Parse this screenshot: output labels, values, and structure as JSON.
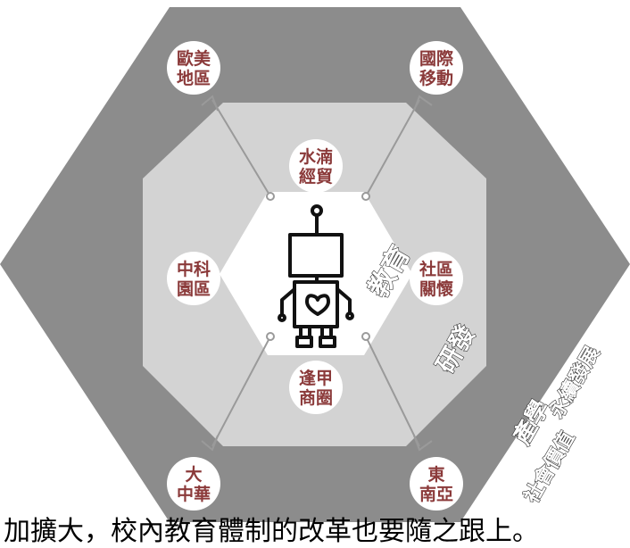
{
  "diagram": {
    "nodes": {
      "europe_america": [
        "歐美",
        "地區"
      ],
      "international_mobility": [
        "國際",
        "移動"
      ],
      "water_economy": [
        "水湳",
        "經貿"
      ],
      "central_science_park": [
        "中科",
        "園區"
      ],
      "community_care": [
        "社區",
        "關懷"
      ],
      "fengjia_business": [
        "逢甲",
        "商圈"
      ],
      "greater_china": [
        "大",
        "中華"
      ],
      "southeast_asia": [
        "東",
        "南亞"
      ]
    },
    "ring_labels": {
      "education": "教育",
      "research": "研發",
      "industry_academia": "產學",
      "social_value": "社會價值",
      "sustainable_development": "永續發展"
    },
    "colors": {
      "outer_hexagon": "#8c8c8c",
      "middle_hexagon": "#d3d3d3",
      "inner_hexagon": "#ffffff",
      "node_text": "#8b3a3a",
      "connector": "#9a9a9a"
    },
    "center_icon": "robot-heart-icon"
  },
  "caption": "加擴大，校內教育體制的改革也要隨之跟上。"
}
